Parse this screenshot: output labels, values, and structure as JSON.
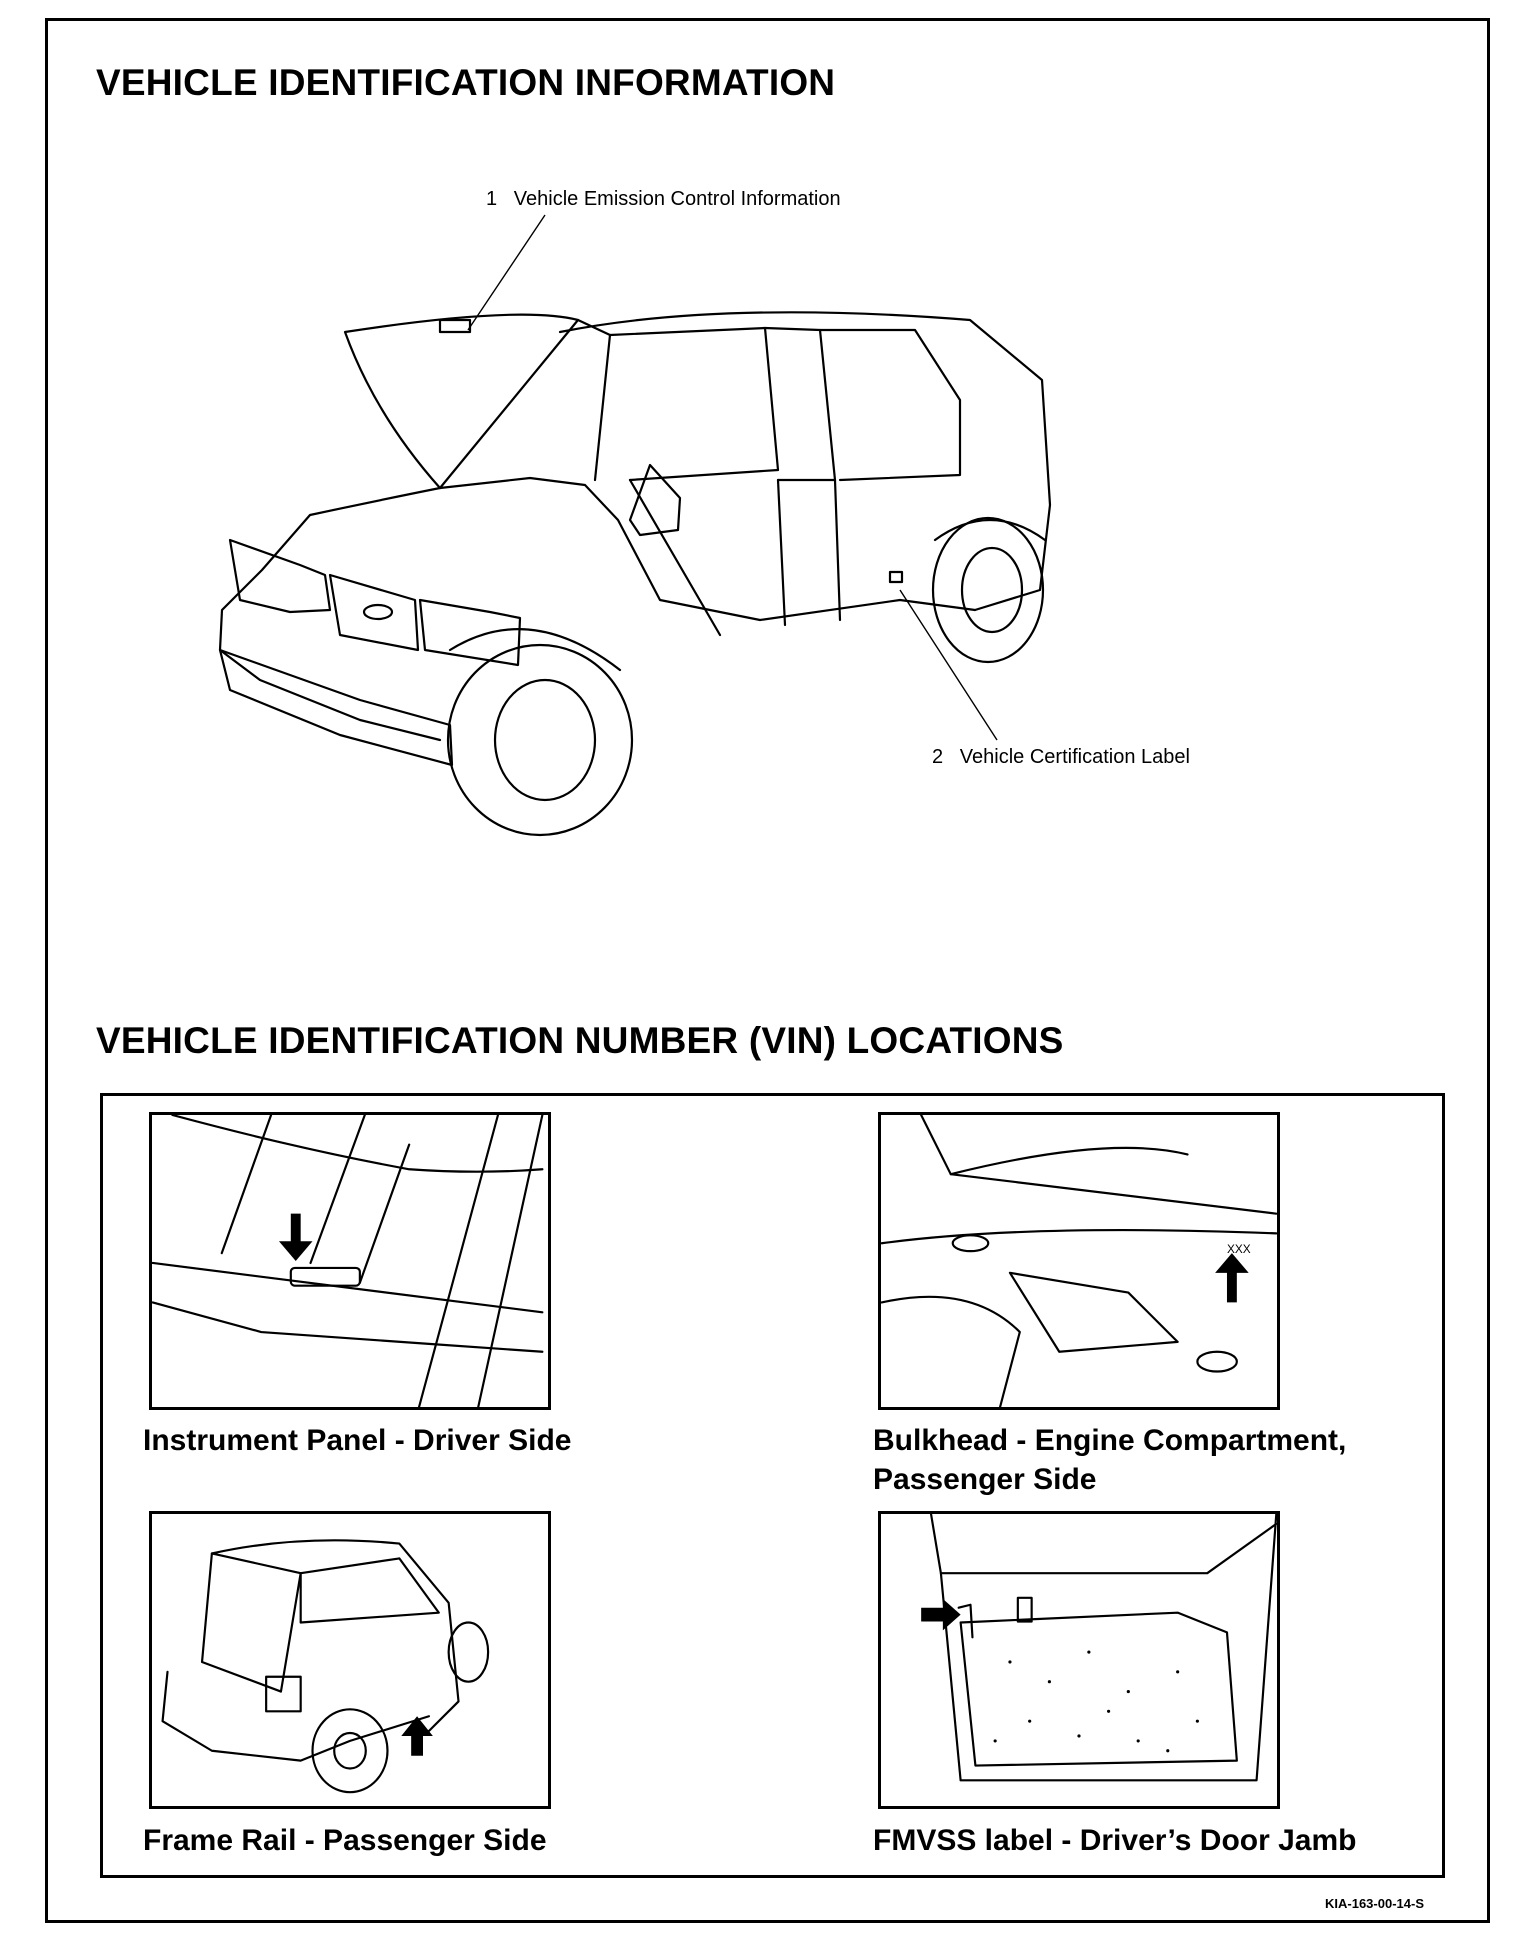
{
  "headings": {
    "identification": "VEHICLE IDENTIFICATION INFORMATION",
    "vin_locations": "VEHICLE IDENTIFICATION NUMBER (VIN) LOCATIONS"
  },
  "callouts": [
    {
      "number": "1",
      "label": "Vehicle Emission Control Information"
    },
    {
      "number": "2",
      "label": "Vehicle Certification Label"
    }
  ],
  "vin_locations": [
    {
      "caption_line1": "Instrument Panel - Driver Side",
      "caption_line2": ""
    },
    {
      "caption_line1": "Bulkhead - Engine Compartment,",
      "caption_line2": "Passenger Side",
      "label_text": "XXX"
    },
    {
      "caption_line1": "Frame Rail - Passenger Side",
      "caption_line2": ""
    },
    {
      "caption_line1": "FMVSS label - Driver’s Door Jamb",
      "caption_line2": ""
    }
  ],
  "document_id": "KIA-163-00-14-S"
}
